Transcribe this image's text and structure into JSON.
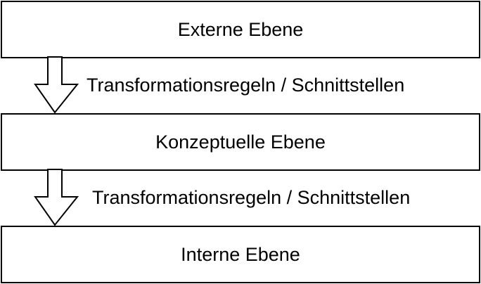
{
  "diagram": {
    "layers": [
      {
        "label": "Externe Ebene"
      },
      {
        "label": "Konzeptuelle Ebene"
      },
      {
        "label": "Interne Ebene"
      }
    ],
    "transitions": [
      {
        "label": "Transformationsregeln / Schnittstellen"
      },
      {
        "label": "Transformationsregeln / Schnittstellen"
      }
    ],
    "colors": {
      "stroke": "#000000",
      "fill": "#ffffff",
      "text": "#000000"
    },
    "arrow_icon": "hollow-down-arrow-icon"
  }
}
